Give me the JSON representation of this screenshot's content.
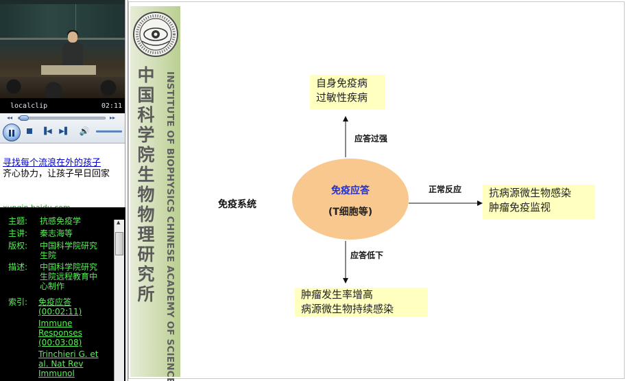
{
  "player": {
    "clip_name": "localclip",
    "time": "02:11",
    "progress_fraction": 0.06,
    "controls": {
      "pause_icon": "pause-icon",
      "stop_icon": "stop-icon",
      "prev_icon": "previous-icon",
      "next_icon": "next-icon",
      "volume_icon": "volume-icon",
      "rewind_glyph": "◂◂",
      "forward_glyph": "▸▸",
      "prev_glyph": "▐◀",
      "next_glyph": "▶▌",
      "volume_glyph": "🔊"
    }
  },
  "promo": {
    "link_text": "寻找每个流浪在外的孩子",
    "text": "齐心协力，让孩子早日回家",
    "url": "xunqin.baidu.com"
  },
  "info": {
    "rows": [
      {
        "key": "主题:",
        "value": "抗感免疫学"
      },
      {
        "key": "主讲:",
        "value": "秦志海等"
      },
      {
        "key": "版权:",
        "value": "中国科学院研究生院"
      },
      {
        "key": "描述:",
        "value": "中国科学院研究生院远程教育中心制作"
      }
    ],
    "index_label": "索引:",
    "index_links": [
      "免疫应答 (00:02:11)",
      "Immune Responses (00:03:08)",
      "Trinchieri G. et al. Nat Rev Immunol"
    ]
  },
  "slide": {
    "banner_cn": "中国科学院生物物理研究所",
    "banner_en": "INSTITUTE OF BIOPHYSICS CHINESE ACADEMY OF SCIENCES",
    "logo_icon": "institute-seal-icon",
    "system_label": "免疫系统",
    "center_title": "免疫应答",
    "center_sub": "(T细胞等)",
    "top_box": [
      "自身免疫病",
      "过敏性疾病"
    ],
    "right_box": [
      "抗病源微生物感染",
      "肿瘤免疫监视"
    ],
    "bottom_box": [
      "肿瘤发生率增高",
      "病源微生物持续感染"
    ],
    "label_over": "应答过强",
    "label_normal": "正常反应",
    "label_low": "应答低下",
    "colors": {
      "box_fill": "#ffffc0",
      "ellipse_fill": "#f8c88f",
      "center_title_color": "#1f2fd3",
      "banner_green": "#b9cf92"
    }
  }
}
